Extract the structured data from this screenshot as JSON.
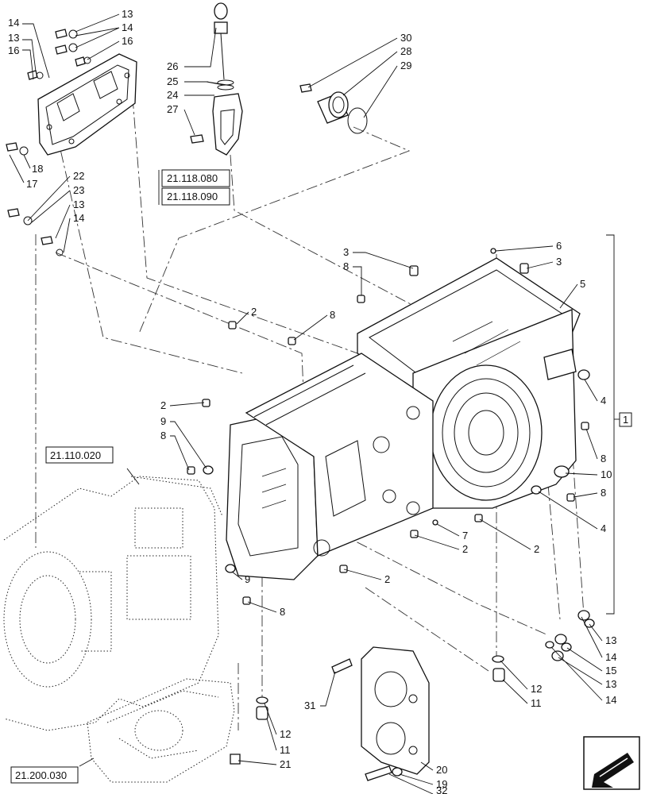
{
  "callouts": [
    {
      "id": "c13a",
      "text": "13"
    },
    {
      "id": "c14a",
      "text": "14"
    },
    {
      "id": "c16a",
      "text": "16"
    },
    {
      "id": "c14b",
      "text": "14"
    },
    {
      "id": "c13b",
      "text": "13"
    },
    {
      "id": "c16b",
      "text": "16"
    },
    {
      "id": "c18",
      "text": "18"
    },
    {
      "id": "c17",
      "text": "17"
    },
    {
      "id": "c22",
      "text": "22"
    },
    {
      "id": "c23",
      "text": "23"
    },
    {
      "id": "c13c",
      "text": "13"
    },
    {
      "id": "c14c",
      "text": "14"
    },
    {
      "id": "c26",
      "text": "26"
    },
    {
      "id": "c25",
      "text": "25"
    },
    {
      "id": "c24",
      "text": "24"
    },
    {
      "id": "c27",
      "text": "27"
    },
    {
      "id": "c30",
      "text": "30"
    },
    {
      "id": "c28",
      "text": "28"
    },
    {
      "id": "c29",
      "text": "29"
    },
    {
      "id": "c3a",
      "text": "3"
    },
    {
      "id": "c8a",
      "text": "8"
    },
    {
      "id": "c6",
      "text": "6"
    },
    {
      "id": "c3b",
      "text": "3"
    },
    {
      "id": "c5",
      "text": "5"
    },
    {
      "id": "c2a",
      "text": "2"
    },
    {
      "id": "c8b",
      "text": "8"
    },
    {
      "id": "c4a",
      "text": "4"
    },
    {
      "id": "c2b",
      "text": "2"
    },
    {
      "id": "c9a",
      "text": "9"
    },
    {
      "id": "c8c",
      "text": "8"
    },
    {
      "id": "c8d",
      "text": "8"
    },
    {
      "id": "c10",
      "text": "10"
    },
    {
      "id": "c8e",
      "text": "8"
    },
    {
      "id": "c4b",
      "text": "4"
    },
    {
      "id": "c7",
      "text": "7"
    },
    {
      "id": "c2c",
      "text": "2"
    },
    {
      "id": "c2d",
      "text": "2"
    },
    {
      "id": "c2e",
      "text": "2"
    },
    {
      "id": "c9b",
      "text": "9"
    },
    {
      "id": "c8f",
      "text": "8"
    },
    {
      "id": "c13d",
      "text": "13"
    },
    {
      "id": "c14d",
      "text": "14"
    },
    {
      "id": "c15",
      "text": "15"
    },
    {
      "id": "c13e",
      "text": "13"
    },
    {
      "id": "c14e",
      "text": "14"
    },
    {
      "id": "c12a",
      "text": "12"
    },
    {
      "id": "c11a",
      "text": "11"
    },
    {
      "id": "c31",
      "text": "31"
    },
    {
      "id": "c20",
      "text": "20"
    },
    {
      "id": "c19",
      "text": "19"
    },
    {
      "id": "c32",
      "text": "32"
    },
    {
      "id": "c12b",
      "text": "12"
    },
    {
      "id": "c11b",
      "text": "11"
    },
    {
      "id": "c21",
      "text": "21"
    }
  ],
  "reference_boxes": {
    "ref_21118080": "21.118.080",
    "ref_21118090": "21.118.090",
    "ref_21110020": "21.110.020",
    "ref_21200030": "21.200.030",
    "assembly_marker": "1"
  },
  "icons": {
    "corner": "view-direction-arrow-icon"
  },
  "colors": {
    "line": "#111111",
    "background": "#ffffff"
  }
}
